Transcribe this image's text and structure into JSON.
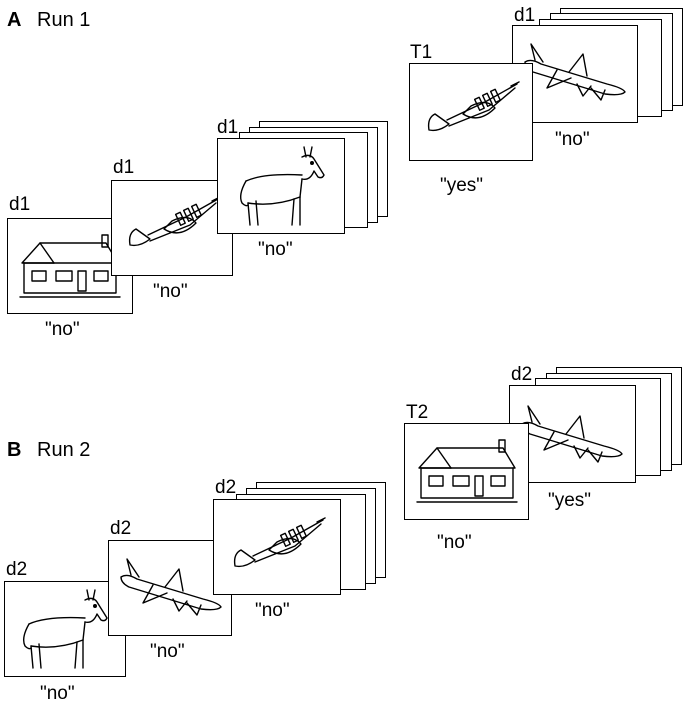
{
  "panels": {
    "A": {
      "letter": "A",
      "title": "Run 1"
    },
    "B": {
      "letter": "B",
      "title": "Run 2"
    }
  },
  "run1": {
    "house": {
      "label": "d1",
      "response": "\"no\"",
      "image": "house-icon"
    },
    "trumpet": {
      "label": "d1",
      "response": "\"no\"",
      "image": "trumpet-icon"
    },
    "goat": {
      "label": "d1",
      "response": "\"no\"",
      "image": "goat-icon"
    },
    "target": {
      "label": "T1",
      "response": "\"yes\"",
      "image": "trumpet-icon"
    },
    "after": {
      "label": "d1",
      "response": "\"no\"",
      "image": "airplane-icon"
    }
  },
  "run2": {
    "goat": {
      "label": "d2",
      "response": "\"no\"",
      "image": "goat-icon"
    },
    "plane": {
      "label": "d2",
      "response": "\"no\"",
      "image": "airplane-icon"
    },
    "trumpet": {
      "label": "d2",
      "response": "\"no\"",
      "image": "trumpet-icon"
    },
    "target": {
      "label": "T2",
      "response": "\"no\"",
      "image": "house-icon"
    },
    "after": {
      "label": "d2",
      "response": "\"yes\"",
      "image": "airplane-icon"
    }
  }
}
